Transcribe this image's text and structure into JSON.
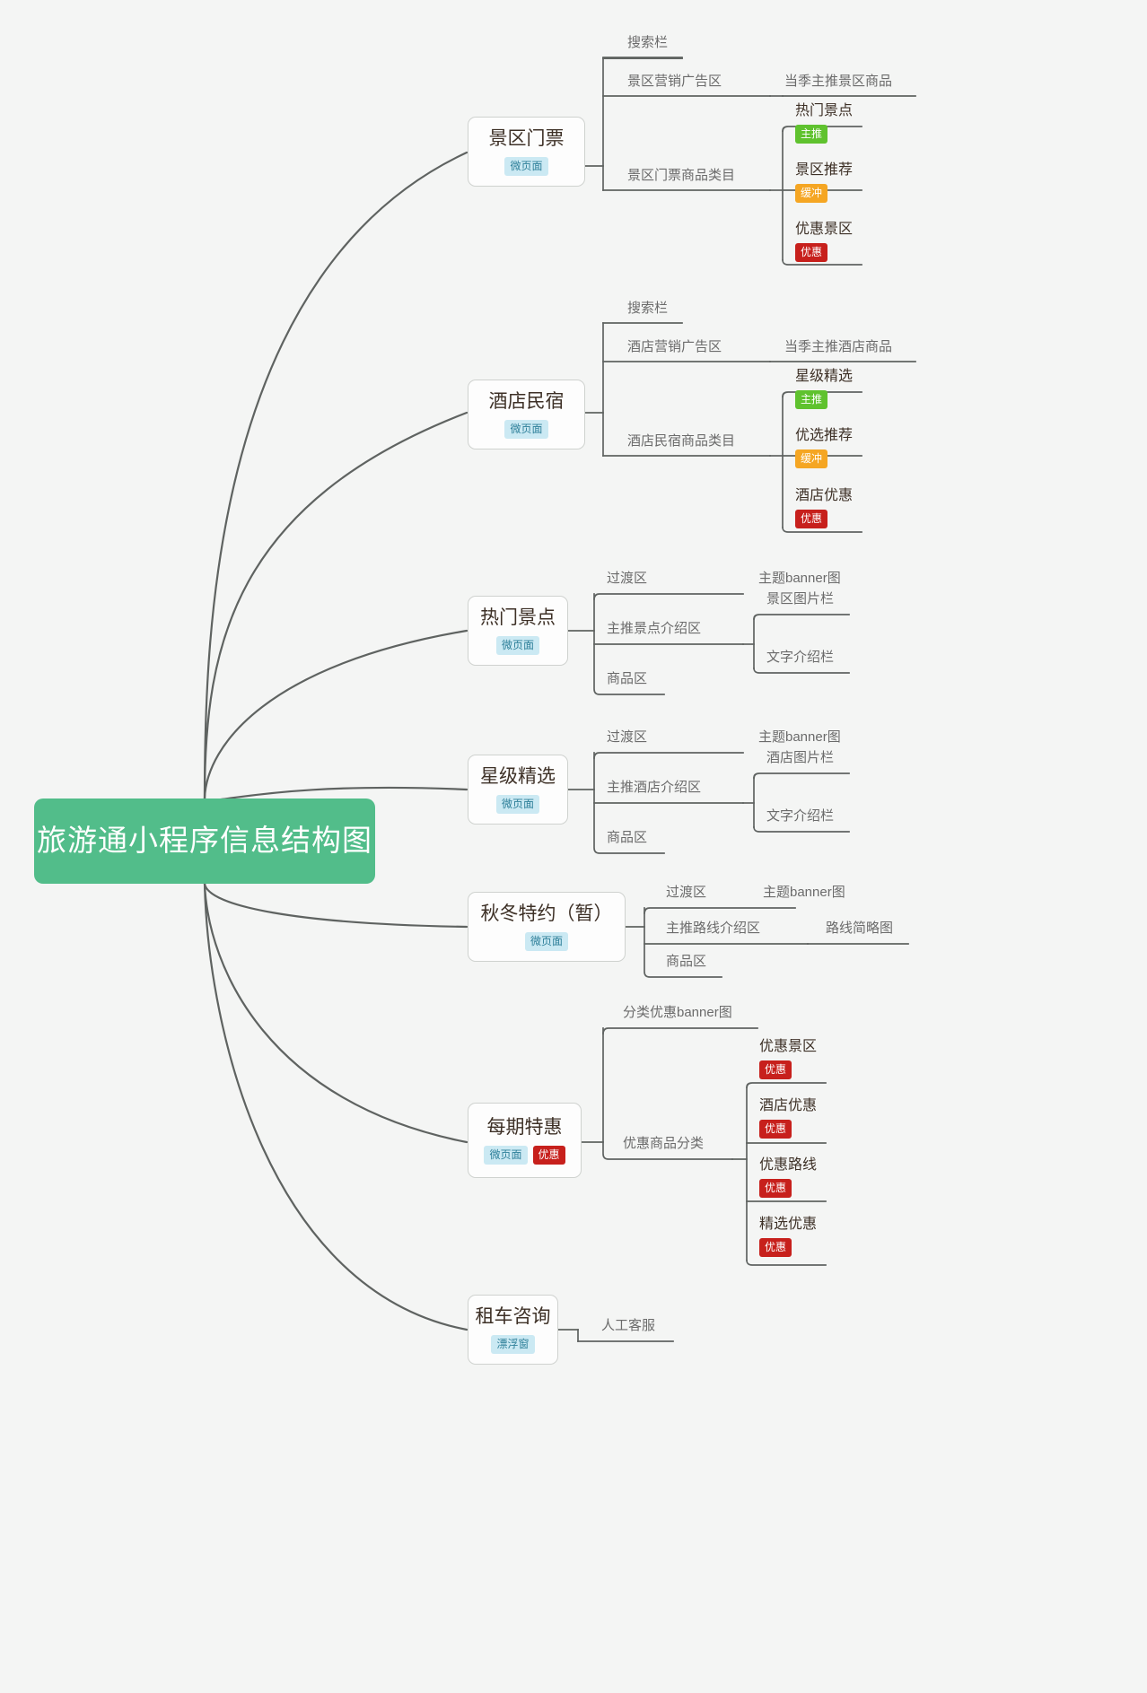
{
  "diagram": {
    "title": "旅游通小程序信息结构图",
    "type": "mindmap",
    "background": "#f4f5f4",
    "root_color": "#52bd8a",
    "tag_colors": {
      "micro_page": "#cbe9f3",
      "promo": "#c7201c",
      "main_push": "#5fc22e",
      "buffer": "#f5a623"
    }
  },
  "tags": {
    "micro_page": "微页面",
    "float_window": "漂浮窗",
    "promo": "优惠",
    "main_push": "主推",
    "buffer": "缓冲"
  },
  "branches": [
    {
      "title": "景区门票",
      "tags": [
        "微页面"
      ],
      "children": [
        {
          "label": "搜索栏"
        },
        {
          "label": "景区营销广告区",
          "children": [
            {
              "label": "当季主推景区商品"
            }
          ]
        },
        {
          "label": "景区门票商品类目",
          "children": [
            {
              "label": "热门景点",
              "tag": "主推"
            },
            {
              "label": "景区推荐",
              "tag": "缓冲"
            },
            {
              "label": "优惠景区",
              "tag": "优惠"
            }
          ]
        }
      ]
    },
    {
      "title": "酒店民宿",
      "tags": [
        "微页面"
      ],
      "children": [
        {
          "label": "搜索栏"
        },
        {
          "label": "酒店营销广告区",
          "children": [
            {
              "label": "当季主推酒店商品"
            }
          ]
        },
        {
          "label": "酒店民宿商品类目",
          "children": [
            {
              "label": "星级精选",
              "tag": "主推"
            },
            {
              "label": "优选推荐",
              "tag": "缓冲"
            },
            {
              "label": "酒店优惠",
              "tag": "优惠"
            }
          ]
        }
      ]
    },
    {
      "title": "热门景点",
      "tags": [
        "微页面"
      ],
      "children": [
        {
          "label": "过渡区",
          "children": [
            {
              "label": "主题banner图"
            }
          ]
        },
        {
          "label": "主推景点介绍区",
          "children": [
            {
              "label": "景区图片栏"
            },
            {
              "label": "文字介绍栏"
            }
          ]
        },
        {
          "label": "商品区"
        }
      ]
    },
    {
      "title": "星级精选",
      "tags": [
        "微页面"
      ],
      "children": [
        {
          "label": "过渡区",
          "children": [
            {
              "label": "主题banner图"
            }
          ]
        },
        {
          "label": "主推酒店介绍区",
          "children": [
            {
              "label": "酒店图片栏"
            },
            {
              "label": "文字介绍栏"
            }
          ]
        },
        {
          "label": "商品区"
        }
      ]
    },
    {
      "title": "秋冬特约（暂）",
      "tags": [
        "微页面"
      ],
      "children": [
        {
          "label": "过渡区",
          "children": [
            {
              "label": "主题banner图"
            }
          ]
        },
        {
          "label": "主推路线介绍区",
          "children": [
            {
              "label": "路线简略图"
            }
          ]
        },
        {
          "label": "商品区"
        }
      ]
    },
    {
      "title": "每期特惠",
      "tags": [
        "微页面",
        "优惠"
      ],
      "children": [
        {
          "label": "分类优惠banner图"
        },
        {
          "label": "优惠商品分类",
          "children": [
            {
              "label": "优惠景区",
              "tag": "优惠"
            },
            {
              "label": "酒店优惠",
              "tag": "优惠"
            },
            {
              "label": "优惠路线",
              "tag": "优惠"
            },
            {
              "label": "精选优惠",
              "tag": "优惠"
            }
          ]
        }
      ]
    },
    {
      "title": "租车咨询",
      "tags": [
        "漂浮窗"
      ],
      "children": [
        {
          "label": "人工客服"
        }
      ]
    }
  ]
}
